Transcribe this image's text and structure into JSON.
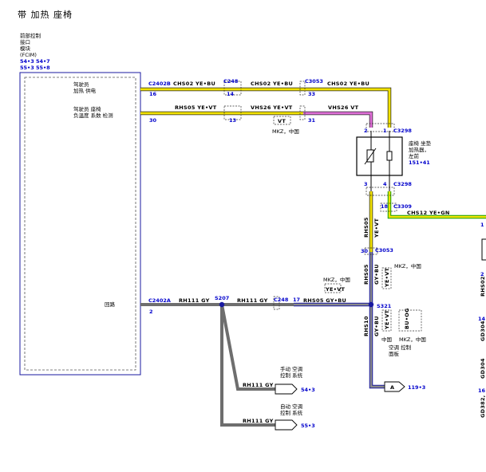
{
  "title": "带 加热 座椅",
  "module": {
    "name_lines": [
      "前部控制",
      "接口",
      "模块",
      "(FCIM)"
    ],
    "refs": [
      "54•3  54•7",
      "55•3  55•8"
    ],
    "pin_labels": [
      "驾驶员",
      "加热 供电",
      "驾驶员 座椅",
      "负温度 系数 检测",
      "回路"
    ]
  },
  "connectors": {
    "c2402b": "C2402B",
    "c248a": "C248",
    "c3053a": "C3053",
    "c3298a": "C3298",
    "c3298b": "C3298",
    "c3309": "C3309",
    "c3053b": "C3053",
    "c2402a": "C2402A",
    "s207": "S207",
    "c248b": "C248",
    "s321": "S321"
  },
  "pins": {
    "p16": "16",
    "p14": "14",
    "p33": "33",
    "p30a": "30",
    "p13": "13",
    "p31": "31",
    "p2a": "2",
    "p1a": "1",
    "p3": "3",
    "p4": "4",
    "p18": "18",
    "p30b": "30",
    "p2b": "2",
    "p17": "17",
    "p1r": "1",
    "p2r": "2",
    "p14r": "14",
    "p16r": "16"
  },
  "wires": {
    "chs02_1": "CHS02  YE•BU",
    "chs02_2": "CHS02  YE•BU",
    "chs02_3": "CHS02  YE•BU",
    "rhs05_1": "RHS05  YE•VT",
    "vhs26_1": "VHS26  YE•VT",
    "vhs26_2": "VHS26  VT",
    "chs12": "CHS12  YE•GN",
    "rhs05_v_a": "RHS05",
    "rhs05_v_b": "YE•VT",
    "rhs05_v2_a": "RHS05",
    "rhs05_v2_b": "GY•BU",
    "rh111_1": "RH111  GY",
    "rh111_2": "RH111  GY",
    "rhs05_h": "RHS05  GY•BU",
    "rhs10_a": "RHS10",
    "rhs10_b": "GY•BU",
    "rh111_3": "RH111 GY",
    "rh111_4": "RH111 GY"
  },
  "options": {
    "vt": "VT",
    "mkz_cn1": "MKZ，中国",
    "mkz_cn2": "MKZ，中国",
    "mkz_cn3": "MKZ，中国",
    "yevt_a": "YE•VT",
    "yevt_b": "YE•VT",
    "yevt_c": "YE•VT",
    "buog": "BU•OG",
    "cn": "中国",
    "mkz_cn4": "MKZ，中国"
  },
  "seat": {
    "label_lines": [
      "座椅 坐垫",
      "加热器，",
      "左前"
    ],
    "ref": "151•41"
  },
  "climate": {
    "label_lines": [
      "空调 控制",
      "面板"
    ],
    "arrow": "A",
    "ref": "119•3"
  },
  "manual_ac": {
    "label_lines": [
      "手动 空调",
      "控制 系统"
    ],
    "ref": "54•3"
  },
  "auto_ac": {
    "label_lines": [
      "自动 空调",
      "控制 系统"
    ],
    "ref": "55•3"
  },
  "right_edge": {
    "v1": "RHS02",
    "v2": "GD304",
    "v3": "GD304",
    "v4": "GD382,"
  },
  "colors": {
    "yellow": "#f2e200",
    "violet": "#e070d8",
    "gray": "#808080",
    "blue": "#1a1aa0",
    "green": "#10a000",
    "label_blue": "#0000cc"
  }
}
